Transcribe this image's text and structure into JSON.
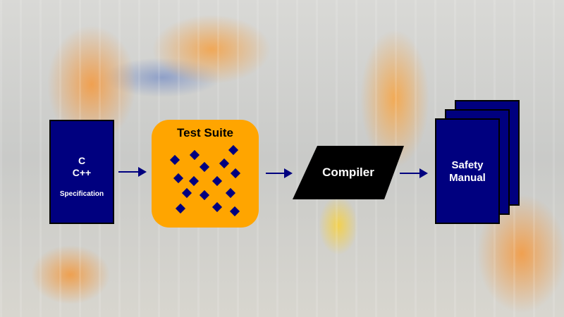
{
  "spec": {
    "line1": "C",
    "line2": "C++",
    "line3": "Specification"
  },
  "test_suite": {
    "title": "Test Suite"
  },
  "compiler": {
    "label": "Compiler"
  },
  "manual": {
    "line1": "Safety",
    "line2": "Manual"
  },
  "colors": {
    "navy": "#00007f",
    "orange": "#ffa500",
    "black": "#000000"
  }
}
